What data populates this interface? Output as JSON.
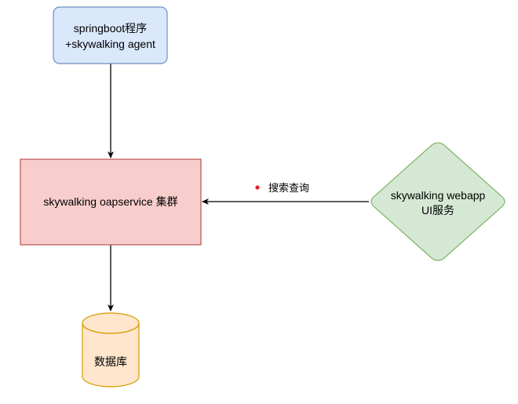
{
  "diagram": {
    "nodes": {
      "app": {
        "line1": "springboot程序",
        "line2": "+skywalking agent",
        "fill": "#dae8fc",
        "stroke": "#6c8ebf"
      },
      "oap": {
        "label": "skywalking oapservice 集群",
        "fill": "#f8cecc",
        "stroke": "#b85450"
      },
      "webapp": {
        "line1": "skywalking webapp",
        "line2": "UI服务",
        "fill": "#d5e8d4",
        "stroke": "#82b366"
      },
      "db": {
        "label": "数据库",
        "fill": "#ffe6cc",
        "stroke": "#d79b00"
      }
    },
    "edges": {
      "webapp_to_oap": {
        "label": "搜索查询",
        "bullet_color": "#e02020"
      }
    },
    "edge_color": "#000000"
  }
}
